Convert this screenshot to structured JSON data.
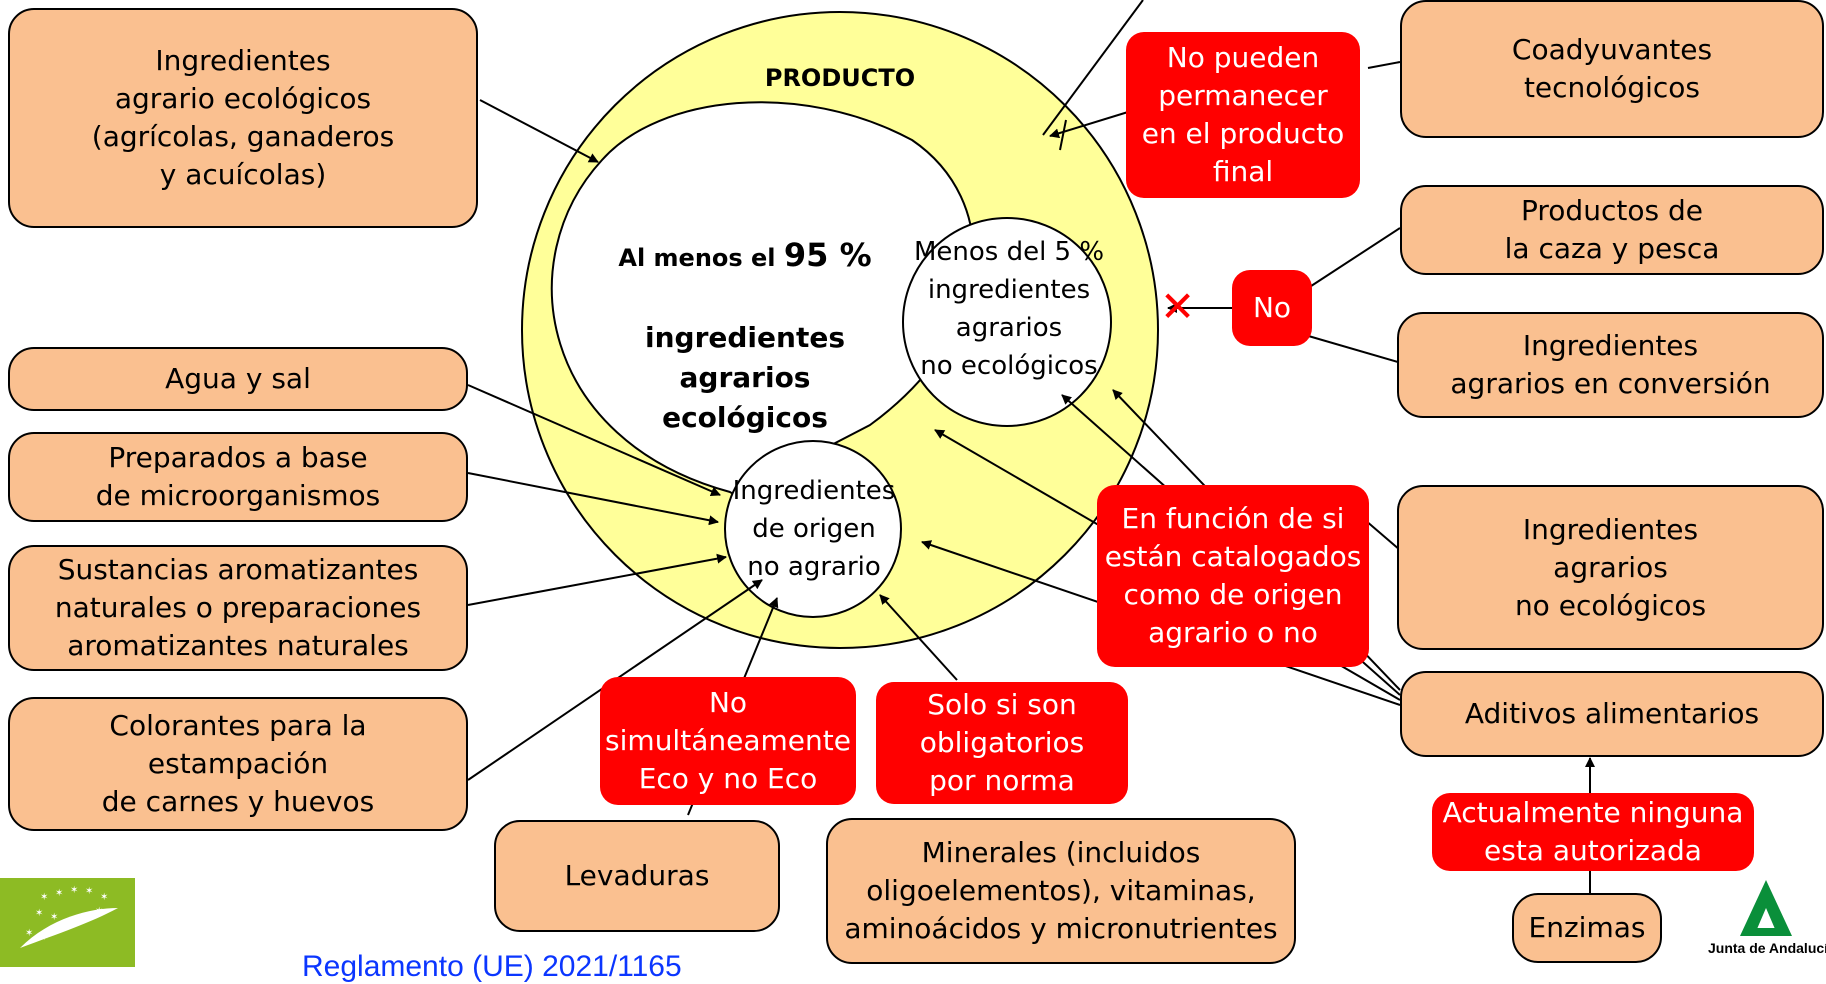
{
  "colors": {
    "box_fill": "#fac090",
    "ring_fill": "#ffff99",
    "alert_fill": "#ff0000",
    "link": "#0b36ff"
  },
  "ring": {
    "title": "PRODUCTO"
  },
  "center": {
    "prefix": "Al menos el ",
    "percent": "95 %",
    "rest": "ingredientes\nagrarios\necológicos"
  },
  "circle_non_eco": "Menos del 5 %\ningredientes\nagrarios\nno ecológicos",
  "circle_non_agri": "Ingredientes\nde origen\nno agrario",
  "boxes": {
    "eco_ingredients": "Ingredientes\nagrario ecológicos\n(agrícolas, ganaderos\ny acuícolas)",
    "water_salt": "Agua y sal",
    "microorganisms": "Preparados a base\nde microorganismos",
    "flavourings": "Sustancias aromatizantes\nnaturales o preparaciones\naromatizantes naturales",
    "colourants": "Colorantes para  la\nestampación\nde carnes y huevos",
    "yeasts": "Levaduras",
    "minerals": "Minerales (incluidos\noligoelementos), vitaminas,\naminoácidos y micronutrientes",
    "processing_aids": "Coadyuvantes\ntecnológicos",
    "hunting_fishing": "Productos de\nla caza y pesca",
    "conversion": "Ingredientes\nagrarios en conversión",
    "non_eco_agri": "Ingredientes\nagrarios\nno ecológicos",
    "additives": "Aditivos alimentarios",
    "enzymes": "Enzimas"
  },
  "alerts": {
    "cannot_remain": "No pueden\npermanecer\nen el producto\nfinal",
    "no": "No",
    "catalogued": "En función de si\nestán catalogados\ncomo de origen\nagrario o no",
    "not_simultaneous": "No\nsimultáneamente\nEco y no Eco",
    "only_if_mandatory": "Solo si son\nobligatorios\npor norma",
    "none_authorised": "Actualmente ninguna\nesta autorizada"
  },
  "cross_mark": "✕",
  "footer": {
    "regulation": "Reglamento (UE) 2021/1165",
    "junta": "Junta de Andalucía"
  }
}
